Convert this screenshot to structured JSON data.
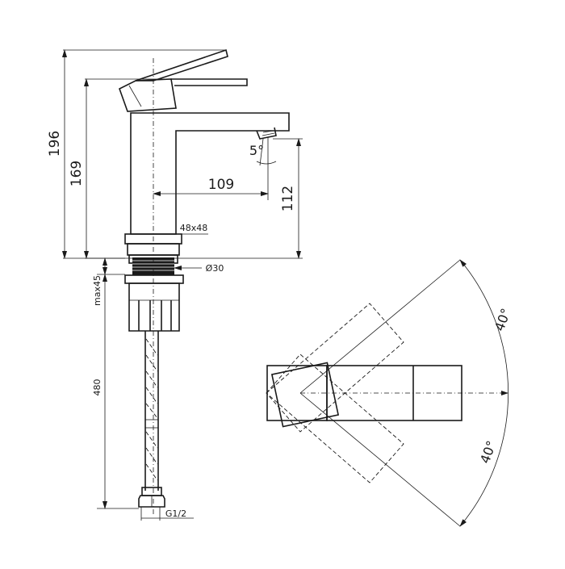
{
  "side_view": {
    "dimensions": {
      "overall_height": "196",
      "spout_height": "169",
      "reach": "109",
      "outlet_height": "112",
      "base_size": "48x48",
      "thread_diameter": "Ø30",
      "max_thickness": "max45",
      "hose_length": "480",
      "connection": "G1/2",
      "outlet_angle": "5°"
    }
  },
  "top_view": {
    "swing_angle_upper": "40°",
    "swing_angle_lower": "40°"
  }
}
